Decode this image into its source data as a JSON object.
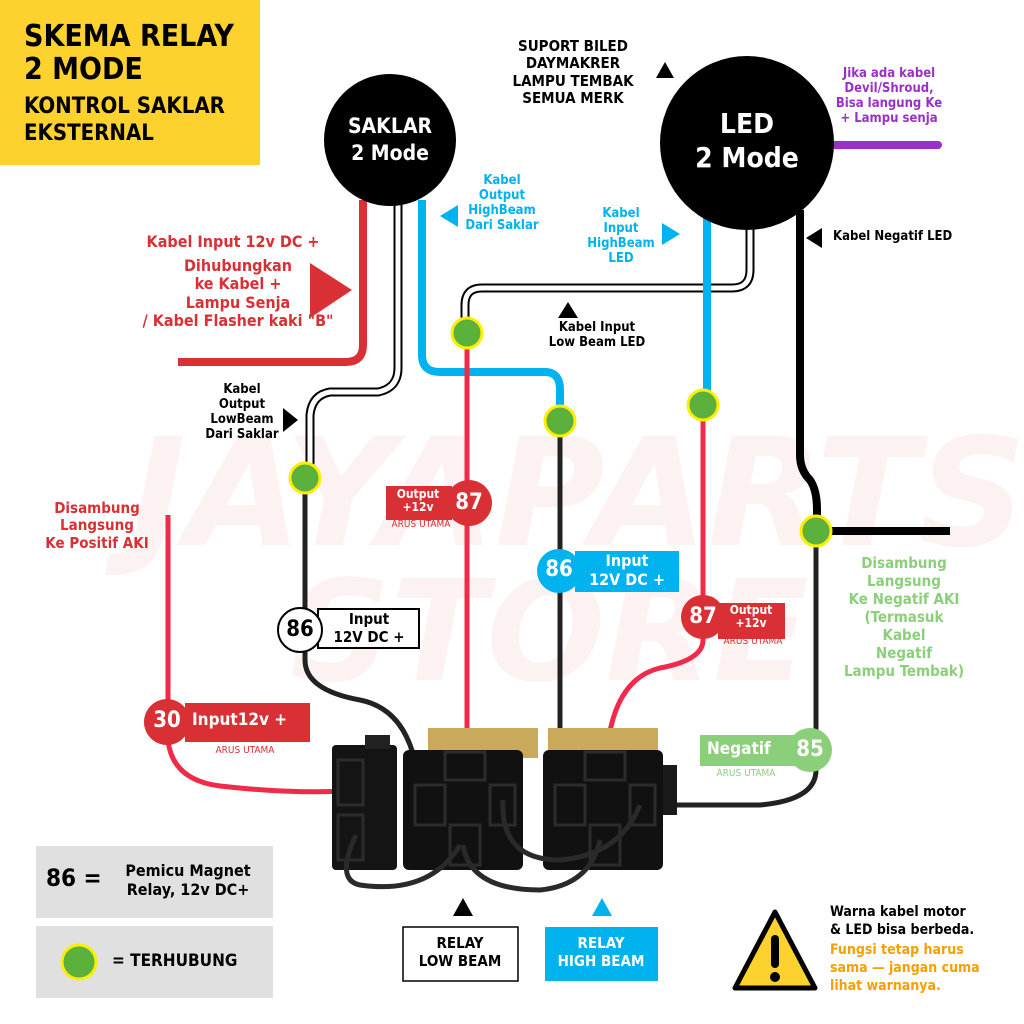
{
  "colors": {
    "title_bg": "#fdd22f",
    "red": "#d93035",
    "wire_red": "#f02a4a",
    "blue": "#00b2ee",
    "green_dot": "#5cb03c",
    "dot_ring": "#ffee00",
    "purple": "#9b30c8",
    "green_text": "#8ccf7a",
    "orange": "#f5a000",
    "legend_bg": "#e0e0e0"
  },
  "title": {
    "line1": "SKEMA RELAY",
    "line2": "2 MODE",
    "line3": "KONTROL SAKLAR",
    "line4": "EKSTERNAL"
  },
  "watermark": "JAYAPARTS STORE",
  "saklar": {
    "line1": "SAKLAR",
    "line2": "2 Mode"
  },
  "led": {
    "line1": "LED",
    "line2": "2 Mode"
  },
  "support_note": "SUPORT BILED\nDAYMAKRER\nLAMPU TEMBAK\nSEMUA MERK",
  "purple_note": "Jika ada kabel\nDevil/Shroud,\nBisa langung Ke\n+ Lampu senja",
  "labels": {
    "output_highbeam_saklar": "Kabel\nOutput\nHighBeam\nDari Saklar",
    "input_highbeam_led": "Kabel\nInput\nHighBeam\nLED",
    "negatif_led": "Kabel Negatif LED",
    "input_12v_title": "Kabel Input 12v DC +",
    "input_12v_desc": "Dihubungkan\nke Kabel +\nLampu Senja\n/ Kabel Flasher kaki \"B\"",
    "input_lowbeam_led": "Kabel Input\nLow Beam LED",
    "output_lowbeam_saklar": "Kabel\nOutput\nLowBeam\nDari Saklar",
    "positif_aki": "Disambung\nLangsung\nKe Positif AKI",
    "negatif_aki": "Disambung\nLangsung\nKe Negatif AKI\n(Termasuk\nKabel\nNegatif\nLampu Tembak)"
  },
  "pins": {
    "p87_low": {
      "num": "87",
      "label": "Output\n+12v",
      "sub": "ARUS UTAMA"
    },
    "p86_high": {
      "num": "86",
      "label": "Input\n12V DC +"
    },
    "p87_high": {
      "num": "87",
      "label": "Output\n+12v",
      "sub": "ARUS UTAMA"
    },
    "p86_low": {
      "num": "86",
      "label": "Input\n12V DC +"
    },
    "p30": {
      "num": "30",
      "label": "Input12v +",
      "sub": "ARUS UTAMA"
    },
    "p85": {
      "num": "85",
      "label": "Negatif",
      "sub": "ARUS UTAMA"
    }
  },
  "legend": {
    "num": "86 =",
    "desc": "Pemicu Magnet\nRelay, 12v DC+",
    "dot_text": "= TERHUBUNG"
  },
  "relays": {
    "low": "RELAY\nLOW BEAM",
    "high": "RELAY\nHIGH BEAM"
  },
  "warning": {
    "black": "Warna kabel motor\n& LED bisa berbeda.",
    "orange": "Fungsi tetap harus\nsama — jangan cuma\nlihat warnanya.",
    "icon": "warning-triangle-icon"
  }
}
